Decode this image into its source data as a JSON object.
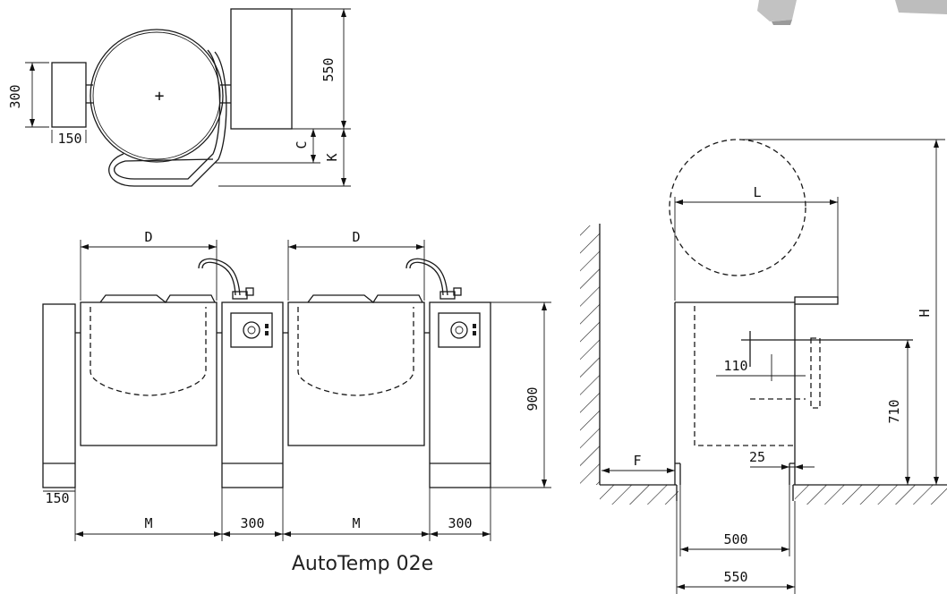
{
  "caption": "AutoTemp 02e",
  "top_view": {
    "dim_side_box_height": "300",
    "dim_side_box_width": "150",
    "dim_module_depth": "550",
    "dim_c": "C",
    "dim_k": "K",
    "center_mark": "+"
  },
  "front_view": {
    "dim_d_left": "D",
    "dim_d_right": "D",
    "dim_height": "900",
    "dim_side_width": "150",
    "dim_m_left": "M",
    "dim_300_left": "300",
    "dim_m_right": "M",
    "dim_300_right": "300"
  },
  "side_view": {
    "dim_l": "L",
    "dim_h": "H",
    "dim_110": "110",
    "dim_710": "710",
    "dim_f": "F",
    "dim_25": "25",
    "dim_500": "500",
    "dim_550": "550"
  },
  "colors": {
    "line": "#1a1a1a",
    "background": "#ffffff",
    "photo": "#b8b8b8"
  }
}
